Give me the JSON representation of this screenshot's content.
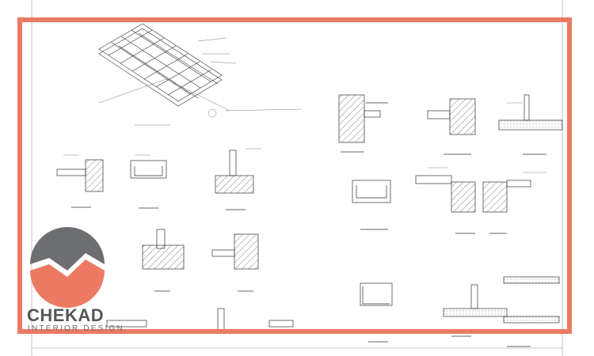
{
  "image": {
    "description_type": "architectural ceiling detail sheet",
    "frame_color": "#ec7a62"
  },
  "brand": {
    "name": "CHEKAD",
    "tagline": "INTERIOR DESIGN",
    "colors": {
      "gray": "#6d6e71",
      "orange": "#ec7a62"
    }
  }
}
